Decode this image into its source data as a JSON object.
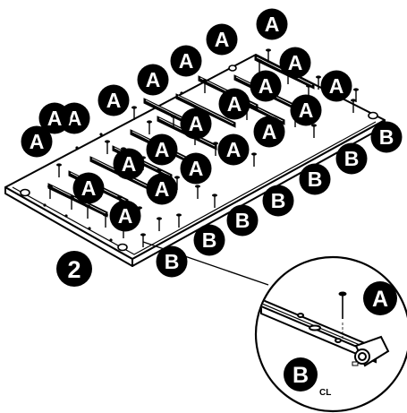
{
  "step_number": "2",
  "part_a": {
    "letter": "A",
    "count": 22
  },
  "part_b": {
    "letter": "B",
    "count": 8
  },
  "detail": {
    "part_a_letter": "A",
    "part_b_letter": "B",
    "part_b_suffix": "CL"
  },
  "colors": {
    "ink": "#000000",
    "paper": "#ffffff"
  },
  "icons": [
    "screw-icon",
    "drawer-slide-rail-icon",
    "panel-outline"
  ]
}
